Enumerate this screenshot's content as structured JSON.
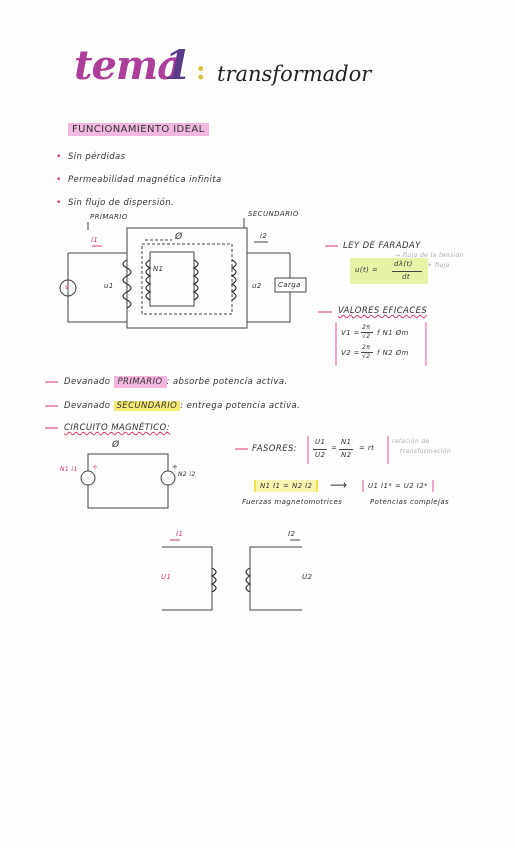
{
  "title": {
    "tema": "tema",
    "num": "1",
    "colon": ":",
    "sub": "transformador"
  },
  "section": "FUNCIONAMIENTO IDEAL",
  "bullets": [
    "Sin pérdidas",
    "Permeabilidad magnética infinita",
    "Sin flujo de dispersión."
  ],
  "labels": {
    "primario": "PRIMARIO",
    "secundario": "SECUNDARIO",
    "n1": "N1",
    "u1": "u1",
    "u2": "u2",
    "i1": "i1",
    "i2": "i2",
    "v": "v",
    "carga": "Carga",
    "phi": "Ø"
  },
  "faraday": {
    "label": "LEY DE FARADAY",
    "lhs": "u(t) =",
    "num": "dλ(t)",
    "den": "dt",
    "note1": "→ flujo de la tensión",
    "note2": "vierte + flujo"
  },
  "eficaces": {
    "label": "VALORES EFICACES",
    "row1_lhs": "V1 =",
    "row1_num": "2π",
    "row1_den": "√2",
    "row1_rhs": "f N1 Øm",
    "row2_lhs": "V2 =",
    "row2_num": "2π",
    "row2_den": "√2",
    "row2_rhs": "f N2 Øm"
  },
  "devanado1": {
    "pre": "Devanado",
    "hl": "PRIMARIO",
    "post": ": absorbe potencia activa."
  },
  "devanado2": {
    "pre": "Devanado",
    "hl": "SECUNDARIO",
    "post": ": entrega potencia activa."
  },
  "circuito": "CIRCUITO MAGNÉTICO:",
  "circ_labels": {
    "left": "N1 i1",
    "right": "N2 i2",
    "phi": "Ø",
    "plus1": "+",
    "plus2": "+"
  },
  "fasores": {
    "label": "FASORES:",
    "u1": "U1",
    "u2": "U2",
    "n1": "N1",
    "n2": "N2",
    "eq": "=",
    "rt": "= rt",
    "note1": "relación de",
    "note2": "transformación"
  },
  "magneto": {
    "lhs": "N1 I1 = N2 I2",
    "arrow": "⟶",
    "rhs": "U1 I1* = U2 I2*",
    "cap1": "Fuerzas magnetomotrices",
    "cap2": "Potencias complejas"
  },
  "bottom": {
    "i1": "I1",
    "i2": "I2",
    "u1": "U1",
    "u2": "U2"
  },
  "colors": {
    "pink": "#f3b6df",
    "yellow": "#f4ec71",
    "accent": "#d23b6a",
    "title": "#ad3e9a"
  }
}
